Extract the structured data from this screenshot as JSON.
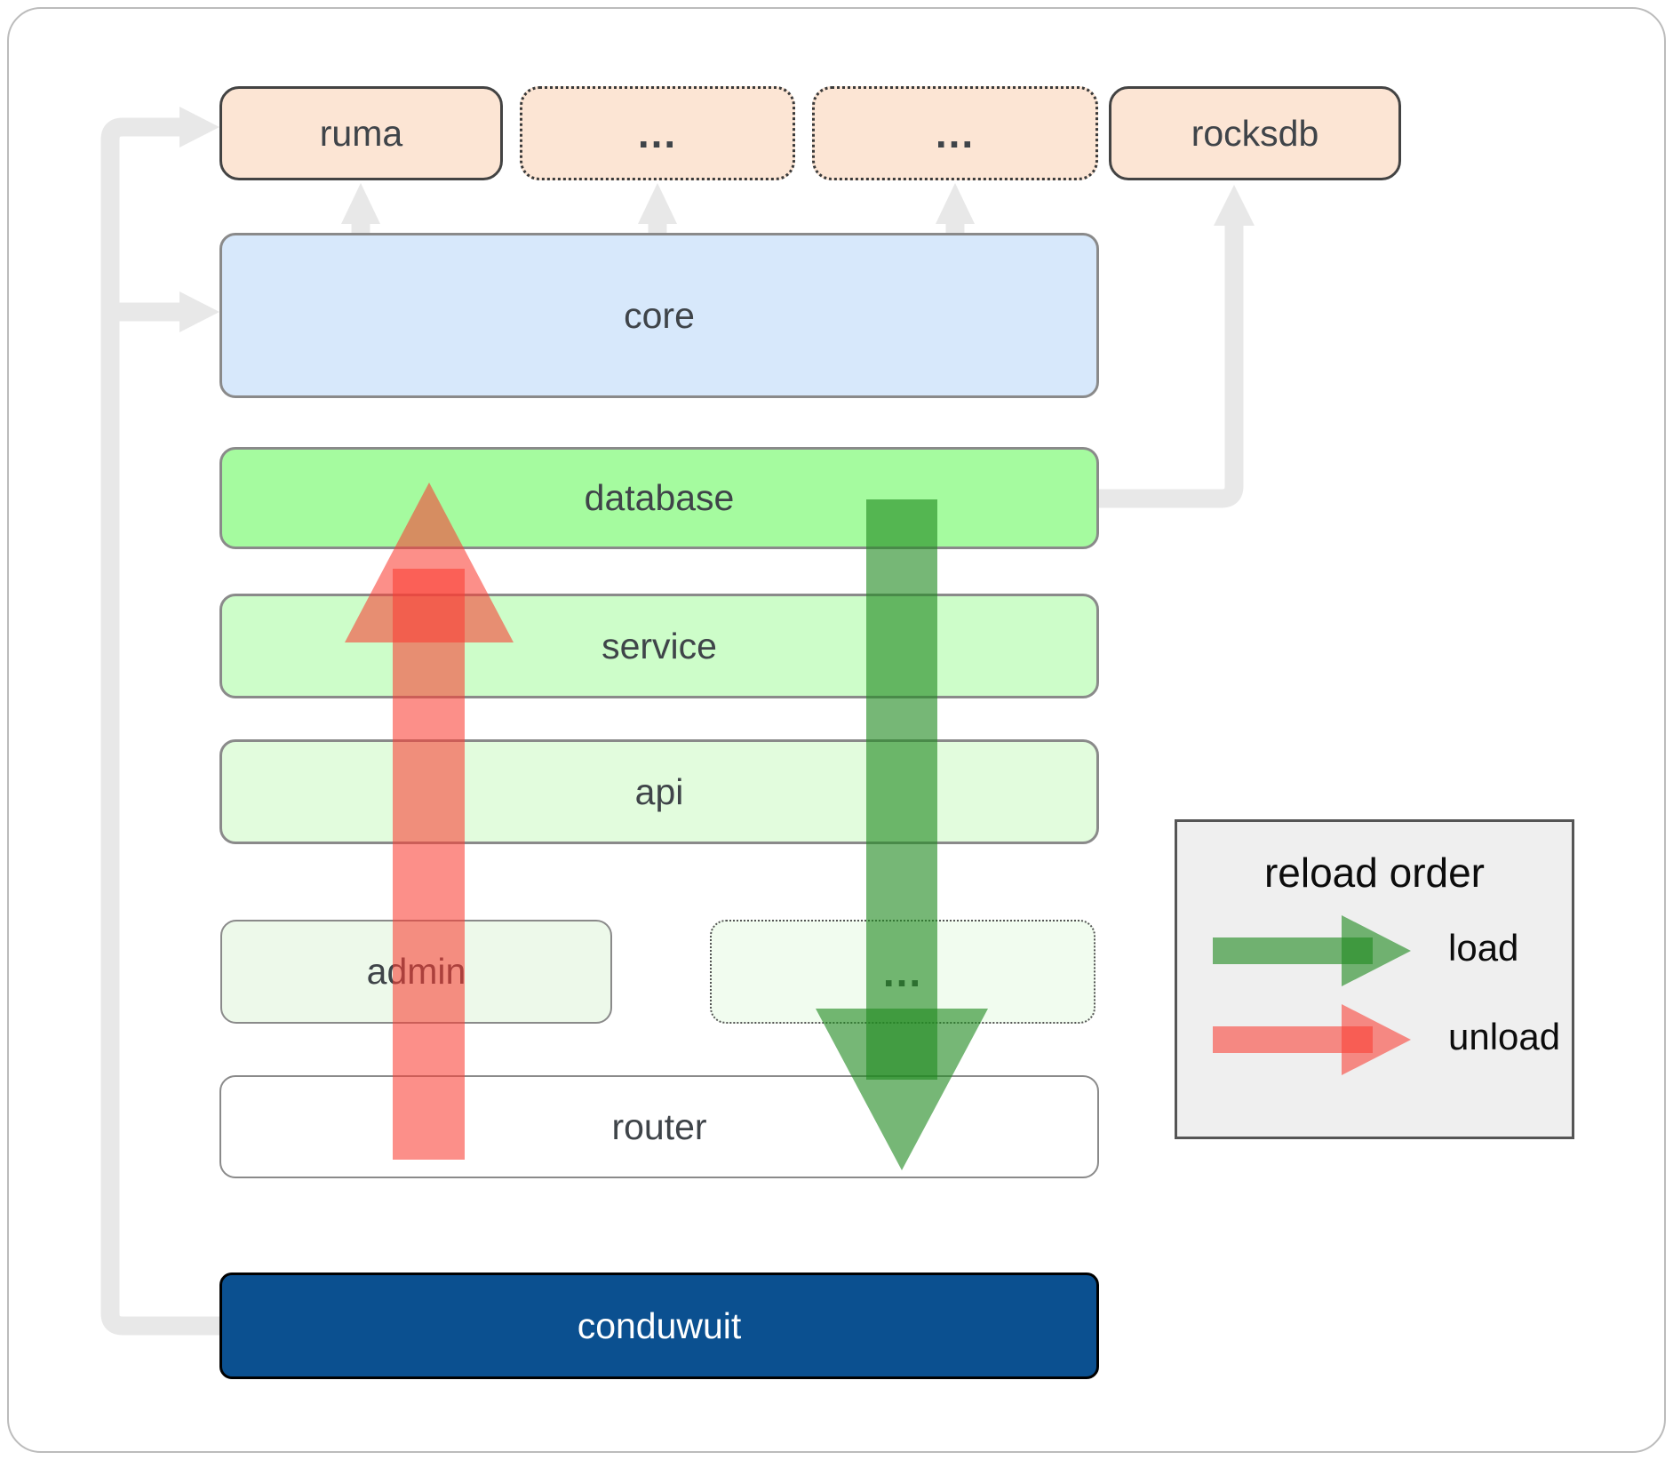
{
  "boxes": {
    "ruma": {
      "label": "ruma"
    },
    "dots_top_1": {
      "label": "..."
    },
    "dots_top_2": {
      "label": "..."
    },
    "rocksdb": {
      "label": "rocksdb"
    },
    "core": {
      "label": "core"
    },
    "database": {
      "label": "database"
    },
    "service": {
      "label": "service"
    },
    "api": {
      "label": "api"
    },
    "admin": {
      "label": "admin"
    },
    "dots_bottom": {
      "label": "..."
    },
    "router": {
      "label": "router"
    },
    "conduwuit": {
      "label": "conduwuit"
    }
  },
  "legend": {
    "title": "reload order",
    "items": [
      {
        "label": "load",
        "color_key": "load_green"
      },
      {
        "label": "unload",
        "color_key": "unload_red"
      }
    ]
  },
  "colors": {
    "peach": "#fce5d4",
    "peach-border": "#434343",
    "core-bg": "#d7e8fb",
    "database-bg": "#a5fb9f",
    "service-bg": "#cdfdc9",
    "api-bg": "#e2fcdd",
    "admin-bg": "#edf9ea",
    "dots-bottom-bg": "#f1fcef",
    "router-bg": "#ffffff",
    "conduwuit-bg": "#0b5090",
    "border-gray": "#8a8a8a",
    "connector-gray": "#e8e8e8",
    "text": "#3f4449",
    "load-green": "rgba(34,139,34,0.62)",
    "unload-red": "rgba(249,62,52,0.58)",
    "legend-bg": "#efefef",
    "legend-border": "#555555"
  }
}
